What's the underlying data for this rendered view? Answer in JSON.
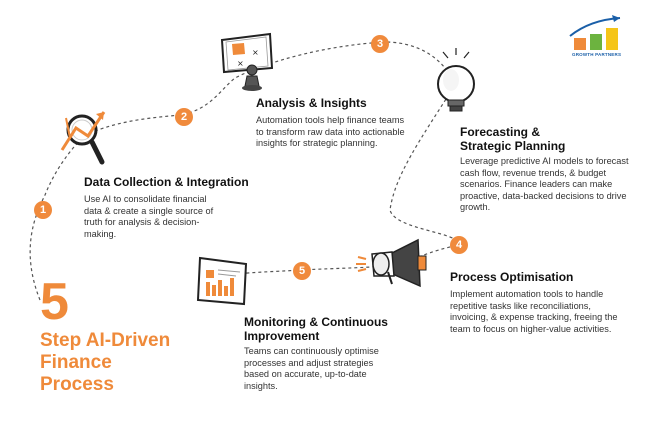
{
  "logo": {
    "text": "GROWTH PARTNERS"
  },
  "headline": {
    "number": "5",
    "line1": "Step AI-Driven",
    "line2": "Finance",
    "line3": "Process"
  },
  "colors": {
    "accent": "#f08a3c",
    "dark": "#222222",
    "path": "#555555",
    "blue": "#1a5fa8",
    "green": "#6cb33f"
  },
  "steps": [
    {
      "number": "1",
      "title": "Data Collection & Integration",
      "description": "Use AI to consolidate financial data & create a single source of truth for analysis & decision-making.",
      "icon": "magnifier-chart-icon"
    },
    {
      "number": "2",
      "title": "Analysis & Insights",
      "description": "Automation tools help finance teams to transform raw data into actionable insights for strategic planning.",
      "icon": "board-pawn-icon"
    },
    {
      "number": "3",
      "title": "Forecasting &\nStrategic Planning",
      "description": "Leverage predictive AI models to forecast cash flow, revenue trends, & budget scenarios. Finance leaders can make proactive, data-backed decisions to drive growth.",
      "icon": "lightbulb-icon"
    },
    {
      "number": "4",
      "title": "Process Optimisation",
      "description": "Implement automation tools to handle repetitive tasks like reconciliations, invoicing, & expense tracking, freeing the team to focus on higher-value activities.",
      "icon": "megaphone-icon"
    },
    {
      "number": "5",
      "title": "Monitoring & Continuous\nImprovement",
      "description": "Teams can continuously optimise processes and adjust strategies based on accurate, up-to-date insights.",
      "icon": "dashboard-chart-icon"
    }
  ]
}
